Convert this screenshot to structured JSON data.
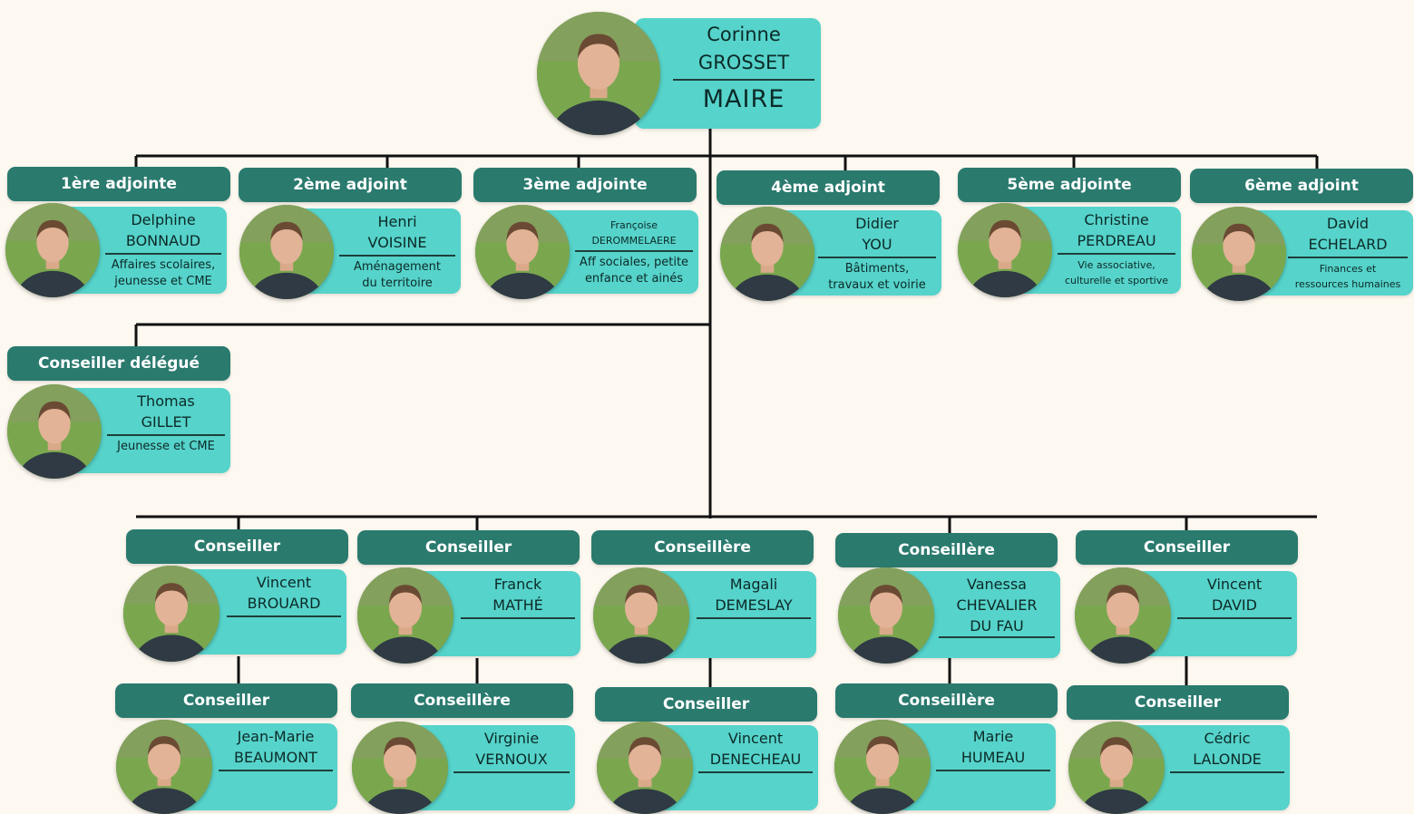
{
  "colors": {
    "pill": "#2a7a6e",
    "card": "#56d3ca",
    "line": "#111111",
    "background": "#fdf8f0"
  },
  "icons": {
    "portrait": "person-photo-icon"
  },
  "mayor": {
    "first": "Corinne",
    "last": "GROSSET",
    "role": "MAIRE"
  },
  "adjoints": [
    {
      "title": "1ère adjointe",
      "first": "Delphine",
      "last": "BONNAUD",
      "role1": "Affaires scolaires,",
      "role2": "jeunesse et CME"
    },
    {
      "title": "2ème adjoint",
      "first": "Henri",
      "last": "VOISINE",
      "role1": "Aménagement",
      "role2": "du territoire"
    },
    {
      "title": "3ème adjointe",
      "first": "Françoise",
      "last": "DEROMMELAERE",
      "role1": "Aff sociales, petite",
      "role2": "enfance et ainés"
    },
    {
      "title": "4ème adjoint",
      "first": "Didier",
      "last": "YOU",
      "role1": "Bâtiments,",
      "role2": "travaux et voirie"
    },
    {
      "title": "5ème adjointe",
      "first": "Christine",
      "last": "PERDREAU",
      "role1": "Vie associative,",
      "role2": "culturelle et sportive"
    },
    {
      "title": "6ème adjoint",
      "first": "David",
      "last": "ECHELARD",
      "role1": "Finances et",
      "role2": "ressources humaines"
    }
  ],
  "delegue": {
    "title": "Conseiller délégué",
    "first": "Thomas",
    "last": "GILLET",
    "role1": "Jeunesse et CME"
  },
  "conseillers": [
    {
      "title": "Conseiller",
      "first": "Vincent",
      "last": "BROUARD"
    },
    {
      "title": "Conseiller",
      "first": "Franck",
      "last": "MATHÉ"
    },
    {
      "title": "Conseillère",
      "first": "Magali",
      "last": "DEMESLAY"
    },
    {
      "title": "Conseillère",
      "first": "Vanessa",
      "last": "CHEVALIER",
      "last2": "DU FAU"
    },
    {
      "title": "Conseiller",
      "first": "Vincent",
      "last": "DAVID"
    },
    {
      "title": "Conseiller",
      "first": "Jean-Marie",
      "last": "BEAUMONT"
    },
    {
      "title": "Conseillère",
      "first": "Virginie",
      "last": "VERNOUX"
    },
    {
      "title": "Conseiller",
      "first": "Vincent",
      "last": "DENECHEAU"
    },
    {
      "title": "Conseillère",
      "first": "Marie",
      "last": "HUMEAU"
    },
    {
      "title": "Conseiller",
      "first": "Cédric",
      "last": "LALONDE"
    }
  ]
}
